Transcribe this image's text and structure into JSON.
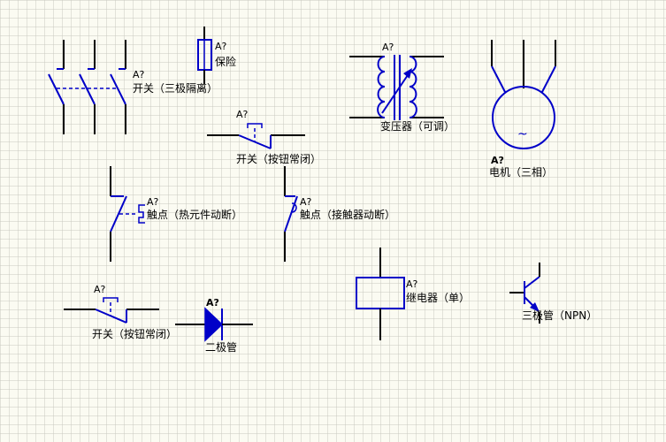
{
  "colors": {
    "background": "#fbfbf2",
    "grid": "#c8c8c0",
    "symbol": "#0000c8",
    "wire": "#000000"
  },
  "symbols": [
    {
      "id": "switch-3pole",
      "designator": "A?",
      "label": "开关（三极隔离）"
    },
    {
      "id": "fuse",
      "designator": "A?",
      "label": "保险"
    },
    {
      "id": "pushbutton-nc-1",
      "designator": "A?",
      "label": "开关（按钮常闭）"
    },
    {
      "id": "transformer",
      "designator": "A?",
      "label": "变压器（可调）"
    },
    {
      "id": "motor",
      "designator": "A?",
      "label": "电机（三相）",
      "glyph": "~"
    },
    {
      "id": "thermal-contact",
      "designator": "A?",
      "label": "触点（热元件动断）"
    },
    {
      "id": "contactor-contact",
      "designator": "A?",
      "label": "触点（接触器动断）"
    },
    {
      "id": "relay",
      "designator": "A?",
      "label": "继电器（单）"
    },
    {
      "id": "transistor",
      "designator": "",
      "label": "三极管（NPN）"
    },
    {
      "id": "pushbutton-nc-2",
      "designator": "A?",
      "label": "开关（按钮常闭）"
    },
    {
      "id": "diode",
      "designator": "A?",
      "label": "二极管"
    }
  ]
}
